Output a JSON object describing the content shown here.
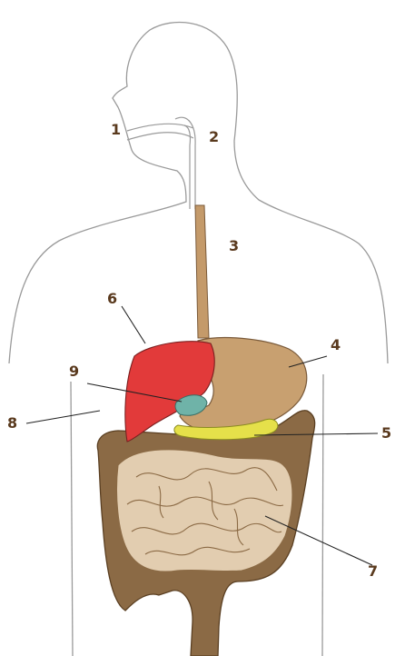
{
  "labels": {
    "1": "1",
    "2": "2",
    "3": "3",
    "4": "4",
    "5": "5",
    "6": "6",
    "7": "7",
    "8": "8",
    "9": "9"
  },
  "colors": {
    "outline": "#9a9a9a",
    "liver": "#e23a3a",
    "stomach": "#c8a070",
    "gallbladder": "#6fb3a8",
    "pancreas": "#e5e04a",
    "large_intestine": "#8b6a45",
    "small_intestine": "#e2cdb0",
    "esophagus": "#c49a6a",
    "label_text": "#5a3a1e"
  }
}
